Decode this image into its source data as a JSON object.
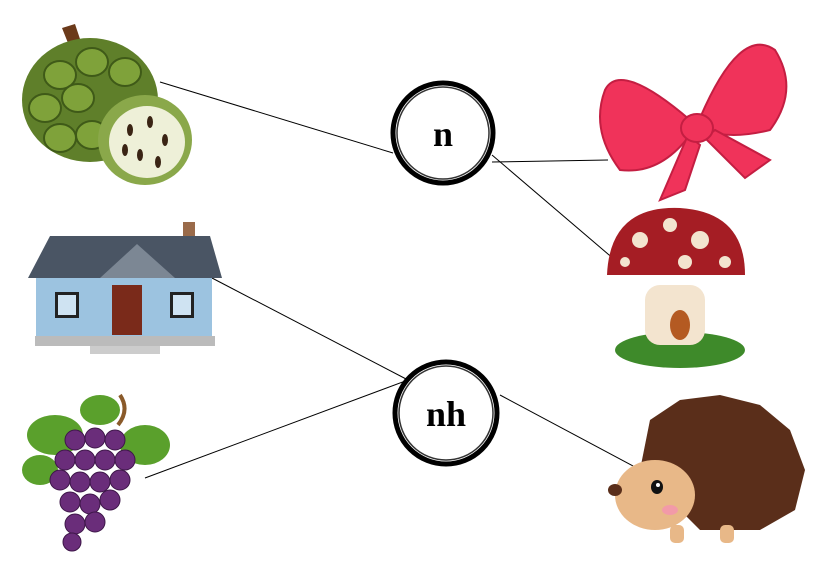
{
  "circles": [
    {
      "label": "n"
    },
    {
      "label": "nh"
    }
  ],
  "left_pictures": [
    "custard-apple",
    "house",
    "grapes"
  ],
  "right_pictures": [
    "bow",
    "mushroom-house",
    "hedgehog"
  ],
  "colors": {
    "line": "#000000",
    "bow": "#f0335a",
    "grape": "#6a2d7a",
    "leaf": "#5aa02c",
    "mushroom": "#a51d24",
    "hedgehog": "#5a2e1a",
    "house": "#9cc3e0"
  }
}
